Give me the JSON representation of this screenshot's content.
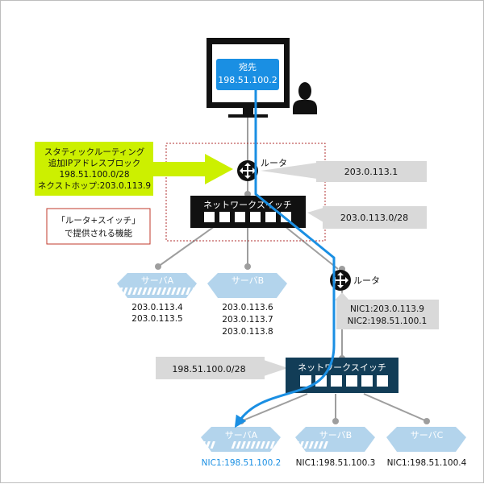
{
  "monitor": {
    "title": "宛先",
    "ip": "198.51.100.2"
  },
  "left_callout": {
    "lines": [
      "スタティックルーティング",
      "追加IPアドレスブロック",
      "198.51.100.0/28",
      "ネクストホップ:203.0.113.9"
    ]
  },
  "service_note": {
    "lines": [
      "「ルータ+スイッチ」",
      "で提供される機能"
    ]
  },
  "router_label": "ルータ",
  "switch_label": "ネットワークスイッチ",
  "labels": {
    "router_top_ip": "203.0.113.1",
    "switch_top_net": "203.0.113.0/28",
    "router_bottom_nic": [
      "NIC1:203.0.113.9",
      "NIC2:198.51.100.1"
    ],
    "switch_bottom_net": "198.51.100.0/28"
  },
  "servers_top": [
    {
      "name": "サーバA",
      "ips": [
        "203.0.113.4",
        "203.0.113.5"
      ]
    },
    {
      "name": "サーバB",
      "ips": [
        "203.0.113.6",
        "203.0.113.7",
        "203.0.113.8"
      ]
    }
  ],
  "servers_bottom": [
    {
      "name": "サーバA",
      "nic": "NIC1:198.51.100.2"
    },
    {
      "name": "サーバB",
      "nic": "NIC1:198.51.100.3"
    },
    {
      "name": "サーバC",
      "nic": "NIC1:198.51.100.4"
    }
  ],
  "colors": {
    "route_path": "#1a8fe3",
    "callout_green": "#ccf000",
    "switch_top": "#111111",
    "switch_bottom": "#123d57",
    "server": "#b3d4ec",
    "label_box": "#d9d9d9",
    "note_border": "#c0392b",
    "highlight_text": "#1a8fe3",
    "monitor_screen": "#1a8fe3"
  }
}
